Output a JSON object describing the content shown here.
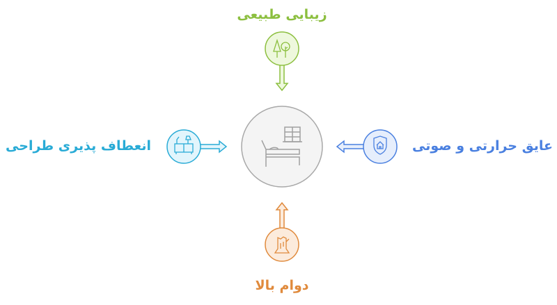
{
  "title_center": "",
  "nodes": {
    "top": {
      "label": "زیبایی طبیعی",
      "icon": "trees-icon",
      "color": "#8cbf3f",
      "fill": "#eef8dd"
    },
    "left": {
      "label": "انعطاف پذیری طراحی",
      "icon": "furniture-icon",
      "color": "#29abd6",
      "fill": "#e2f5fc"
    },
    "right": {
      "label": "عایق حرارتی و صوتی",
      "icon": "shield-home-icon",
      "color": "#4a80e0",
      "fill": "#e6eefc"
    },
    "bottom": {
      "label": "دوام بالا",
      "icon": "tree-stump-icon",
      "color": "#e08a3c",
      "fill": "#fcebdc"
    }
  },
  "center": {
    "icon": "bedroom-icon",
    "color": "#a0a0a0",
    "fill": "#f4f4f4"
  }
}
